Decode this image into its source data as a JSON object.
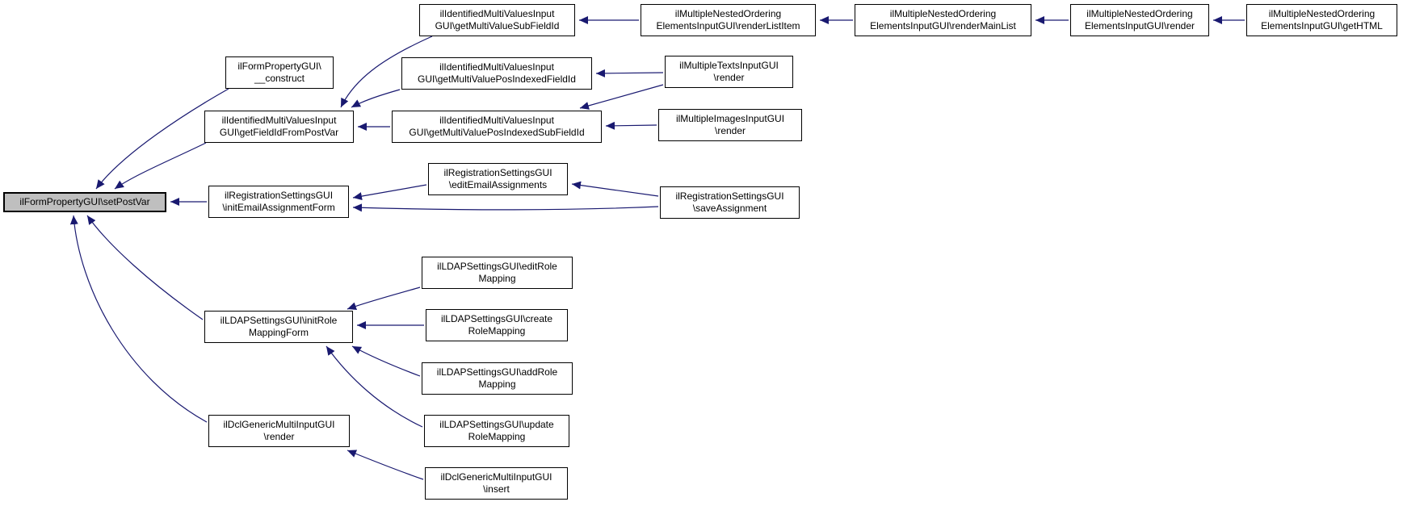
{
  "diagram": {
    "type": "doxygen-caller-graph",
    "main_function": "ilFormPropertyGUI\\setPostVar",
    "colors": {
      "edge": "#191970",
      "node_border": "#000000",
      "node_fill": "#ffffff",
      "main_node_fill": "#bfbfbf",
      "text": "#000000",
      "background": "#ffffff"
    },
    "nodes": [
      {
        "id": "setPostVar",
        "main": true,
        "lines": [
          "ilFormPropertyGUI\\setPostVar"
        ]
      },
      {
        "id": "construct",
        "main": false,
        "lines": [
          "ilFormPropertyGUI\\",
          "__construct"
        ]
      },
      {
        "id": "getFieldIdFromPostVar",
        "main": false,
        "lines": [
          "ilIdentifiedMultiValuesInput",
          "GUI\\getFieldIdFromPostVar"
        ]
      },
      {
        "id": "getMultiValueSubFieldId",
        "main": false,
        "lines": [
          "ilIdentifiedMultiValuesInput",
          "GUI\\getMultiValueSubFieldId"
        ]
      },
      {
        "id": "getMultiValuePosIndexedFieldId",
        "main": false,
        "lines": [
          "ilIdentifiedMultiValuesInput",
          "GUI\\getMultiValuePosIndexedFieldId"
        ]
      },
      {
        "id": "getMultiValuePosIndexedSubFieldId",
        "main": false,
        "lines": [
          "ilIdentifiedMultiValuesInput",
          "GUI\\getMultiValuePosIndexedSubFieldId"
        ]
      },
      {
        "id": "renderListItem",
        "main": false,
        "lines": [
          "ilMultipleNestedOrdering",
          "ElementsInputGUI\\renderListItem"
        ]
      },
      {
        "id": "renderMainList",
        "main": false,
        "lines": [
          "ilMultipleNestedOrdering",
          "ElementsInputGUI\\renderMainList"
        ]
      },
      {
        "id": "renderNested",
        "main": false,
        "lines": [
          "ilMultipleNestedOrdering",
          "ElementsInputGUI\\render"
        ]
      },
      {
        "id": "getHTML",
        "main": false,
        "lines": [
          "ilMultipleNestedOrdering",
          "ElementsInputGUI\\getHTML"
        ]
      },
      {
        "id": "textsRender",
        "main": false,
        "lines": [
          "ilMultipleTextsInputGUI",
          "\\render"
        ]
      },
      {
        "id": "imagesRender",
        "main": false,
        "lines": [
          "ilMultipleImagesInputGUI",
          "\\render"
        ]
      },
      {
        "id": "editEmailAssignments",
        "main": false,
        "lines": [
          "ilRegistrationSettingsGUI",
          "\\editEmailAssignments"
        ]
      },
      {
        "id": "initEmailAssignmentForm",
        "main": false,
        "lines": [
          "ilRegistrationSettingsGUI",
          "\\initEmailAssignmentForm"
        ]
      },
      {
        "id": "saveAssignment",
        "main": false,
        "lines": [
          "ilRegistrationSettingsGUI",
          "\\saveAssignment"
        ]
      },
      {
        "id": "editRoleMapping",
        "main": false,
        "lines": [
          "ilLDAPSettingsGUI\\editRole",
          "Mapping"
        ]
      },
      {
        "id": "initRoleMappingForm",
        "main": false,
        "lines": [
          "ilLDAPSettingsGUI\\initRole",
          "MappingForm"
        ]
      },
      {
        "id": "createRoleMapping",
        "main": false,
        "lines": [
          "ilLDAPSettingsGUI\\create",
          "RoleMapping"
        ]
      },
      {
        "id": "addRoleMapping",
        "main": false,
        "lines": [
          "ilLDAPSettingsGUI\\addRole",
          "Mapping"
        ]
      },
      {
        "id": "updateRoleMapping",
        "main": false,
        "lines": [
          "ilLDAPSettingsGUI\\update",
          "RoleMapping"
        ]
      },
      {
        "id": "dclRender",
        "main": false,
        "lines": [
          "ilDclGenericMultiInputGUI",
          "\\render"
        ]
      },
      {
        "id": "dclInsert",
        "main": false,
        "lines": [
          "ilDclGenericMultiInputGUI",
          "\\insert"
        ]
      }
    ],
    "edges": [
      {
        "from": "construct",
        "to": "setPostVar"
      },
      {
        "from": "getFieldIdFromPostVar",
        "to": "setPostVar"
      },
      {
        "from": "initEmailAssignmentForm",
        "to": "setPostVar"
      },
      {
        "from": "initRoleMappingForm",
        "to": "setPostVar"
      },
      {
        "from": "dclRender",
        "to": "setPostVar"
      },
      {
        "from": "getMultiValueSubFieldId",
        "to": "getFieldIdFromPostVar"
      },
      {
        "from": "getMultiValuePosIndexedFieldId",
        "to": "getFieldIdFromPostVar"
      },
      {
        "from": "getMultiValuePosIndexedSubFieldId",
        "to": "getFieldIdFromPostVar"
      },
      {
        "from": "renderListItem",
        "to": "getMultiValueSubFieldId"
      },
      {
        "from": "renderMainList",
        "to": "renderListItem"
      },
      {
        "from": "renderNested",
        "to": "renderMainList"
      },
      {
        "from": "getHTML",
        "to": "renderNested"
      },
      {
        "from": "textsRender",
        "to": "getMultiValuePosIndexedFieldId"
      },
      {
        "from": "textsRender",
        "to": "getMultiValuePosIndexedSubFieldId"
      },
      {
        "from": "imagesRender",
        "to": "getMultiValuePosIndexedSubFieldId"
      },
      {
        "from": "editEmailAssignments",
        "to": "initEmailAssignmentForm"
      },
      {
        "from": "saveAssignment",
        "to": "editEmailAssignments"
      },
      {
        "from": "saveAssignment",
        "to": "initEmailAssignmentForm"
      },
      {
        "from": "editRoleMapping",
        "to": "initRoleMappingForm"
      },
      {
        "from": "createRoleMapping",
        "to": "initRoleMappingForm"
      },
      {
        "from": "addRoleMapping",
        "to": "initRoleMappingForm"
      },
      {
        "from": "updateRoleMapping",
        "to": "initRoleMappingForm"
      },
      {
        "from": "dclInsert",
        "to": "dclRender"
      }
    ]
  }
}
